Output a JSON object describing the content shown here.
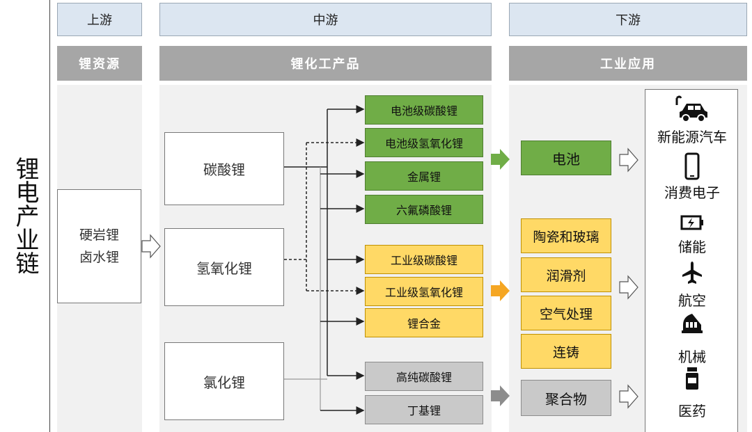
{
  "title": "锂电产业链",
  "headers": {
    "upstream": "上游",
    "midstream": "中游",
    "downstream": "下游"
  },
  "subheaders": {
    "lithium_resource": "锂资源",
    "lithium_products": "锂化工产品",
    "industrial_apps": "工业应用"
  },
  "upstream_box": {
    "line1": "硬岩锂",
    "line2": "卤水锂"
  },
  "intermediates": [
    "碳酸锂",
    "氢氧化锂",
    "氯化锂"
  ],
  "products": {
    "green": [
      "电池级碳酸锂",
      "电池级氢氧化锂",
      "金属锂",
      "六氟磷酸锂"
    ],
    "yellow": [
      "工业级碳酸锂",
      "工业级氢氧化锂",
      "锂合金"
    ],
    "grey": [
      "高纯碳酸锂",
      "丁基锂"
    ]
  },
  "industrial": {
    "battery": "电池",
    "yellow": [
      "陶瓷和玻璃",
      "润滑剂",
      "空气处理",
      "连铸"
    ],
    "polymer": "聚合物"
  },
  "applications": [
    {
      "label": "新能源汽车",
      "icon": "electric-car-icon"
    },
    {
      "label": "消费电子",
      "icon": "smartphone-icon"
    },
    {
      "label": "储能",
      "icon": "battery-storage-icon"
    },
    {
      "label": "航空",
      "icon": "airplane-icon"
    },
    {
      "label": "机械",
      "icon": "machinery-icon"
    },
    {
      "label": "医药",
      "icon": "medicine-bottle-icon"
    }
  ],
  "colors": {
    "green": "#70ad47",
    "yellow": "#ffd966",
    "grey": "#c9c9c9",
    "header": "#dce6f1",
    "subheader": "#a6a6a6",
    "arrow_green": "#70ad47",
    "arrow_orange": "#f5a623",
    "arrow_grey": "#8c8c8c"
  }
}
